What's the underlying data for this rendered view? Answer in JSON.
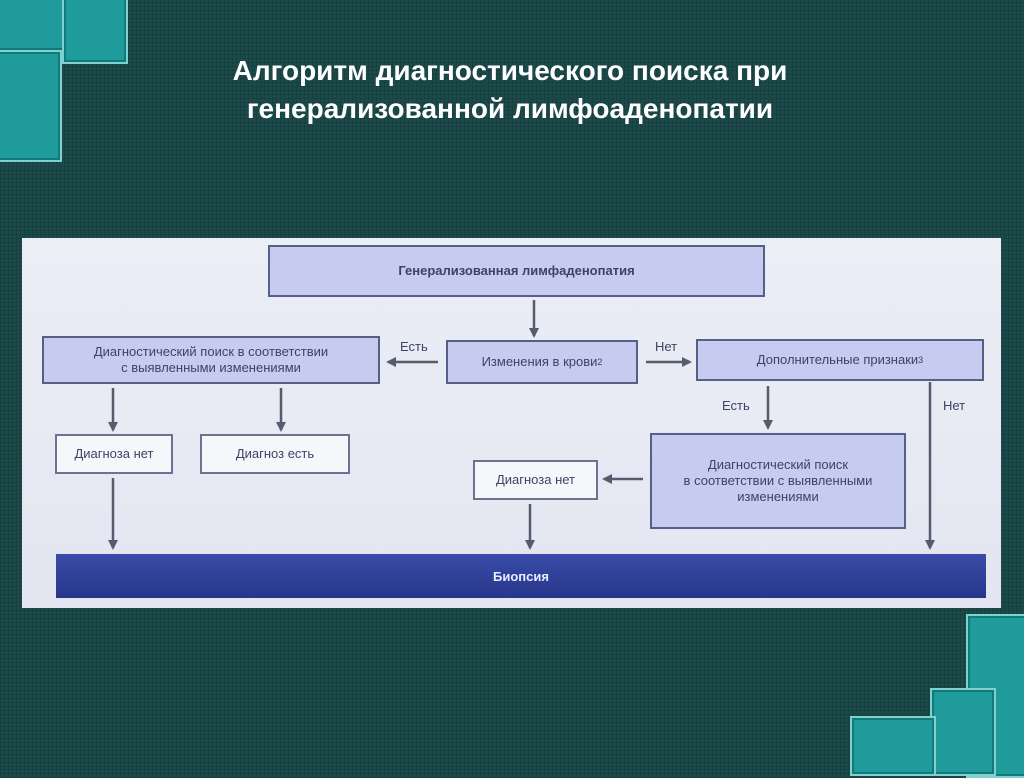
{
  "title": {
    "line1": "Алгоритм диагностического поиска при",
    "line2": "генерализованной лимфоаденопатии"
  },
  "diagram": {
    "top": "Генерализованная лимфаденопатия",
    "blood": "Изменения в крови",
    "blood_sup": "2",
    "search_left_l1": "Диагностический поиск в соответствии",
    "search_left_l2": "с выявленными изменениями",
    "extra": "Дополнительные признаки",
    "extra_sup": "3",
    "dx_none_left": "Диагноза нет",
    "dx_yes": "Диагноз есть",
    "search_right_l1": "Диагностический поиск",
    "search_right_l2": "в соответствии с выявленными",
    "search_right_l3": "изменениями",
    "dx_none_mid": "Диагноза нет",
    "biopsy": "Биопсия",
    "label_yes_left": "Есть",
    "label_no_right": "Нет",
    "label_yes_down": "Есть",
    "label_no_down": "Нет"
  }
}
